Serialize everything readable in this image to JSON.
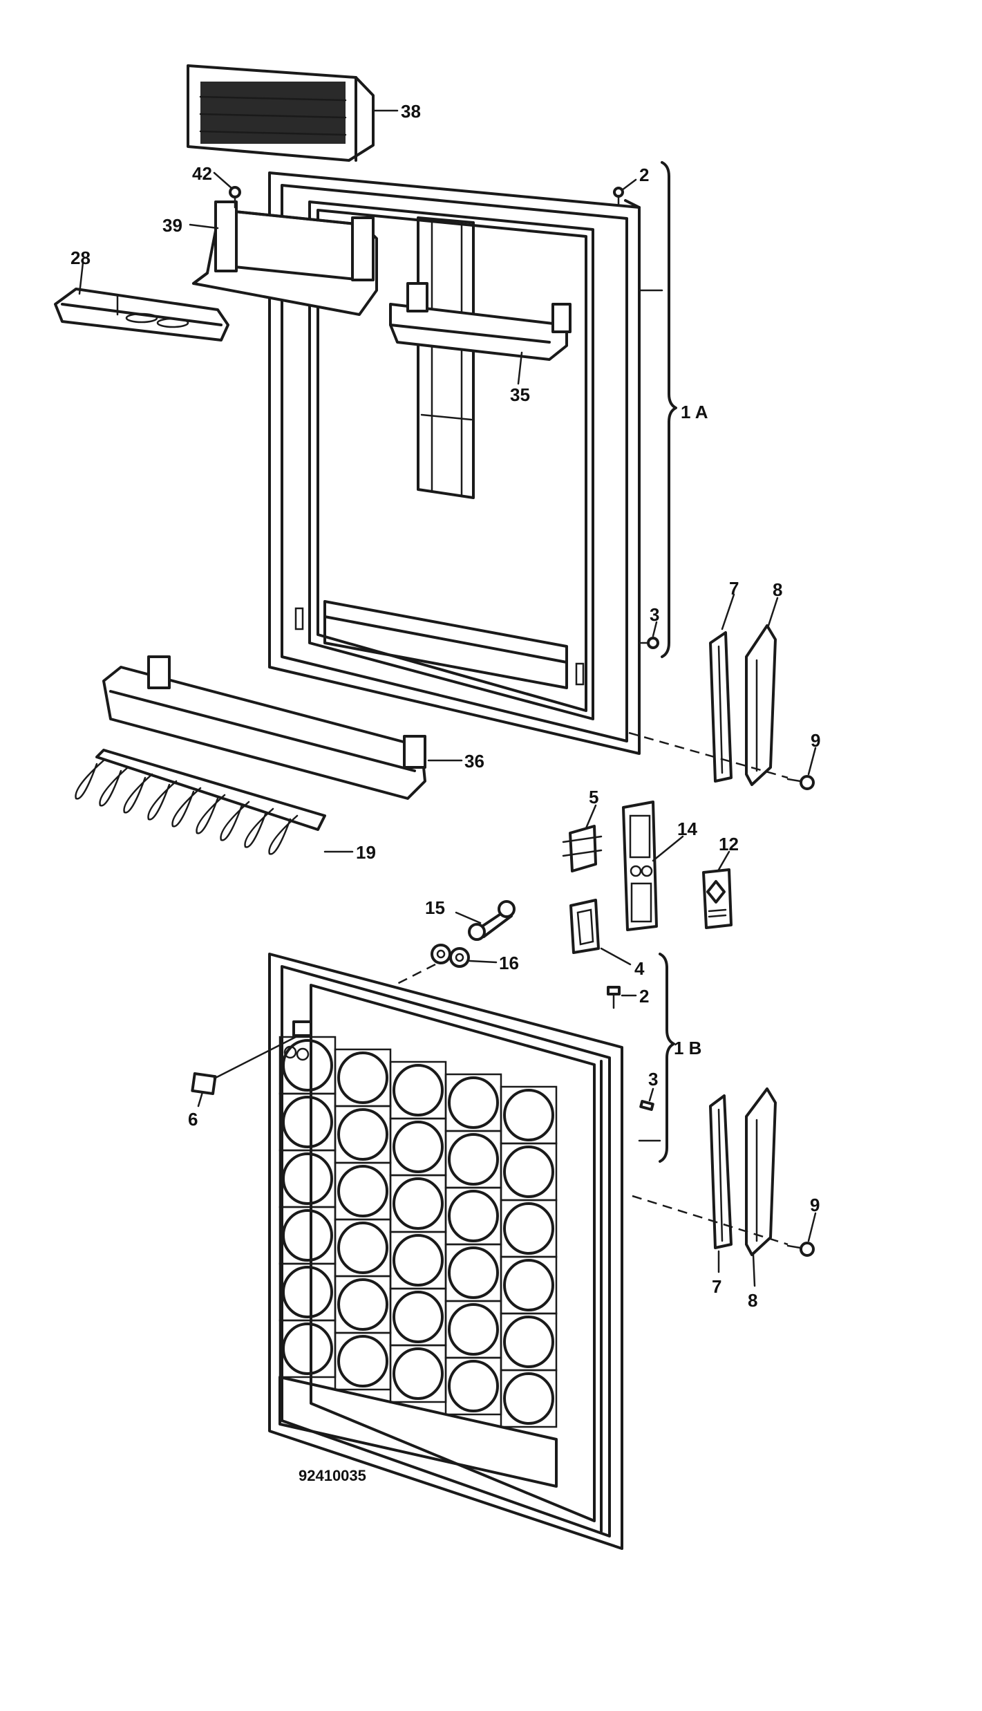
{
  "drawing_code": "92410035",
  "callouts": [
    {
      "id": "38",
      "text": "38"
    },
    {
      "id": "42",
      "text": "42"
    },
    {
      "id": "39",
      "text": "39"
    },
    {
      "id": "28",
      "text": "28"
    },
    {
      "id": "2a",
      "text": "2"
    },
    {
      "id": "35",
      "text": "35"
    },
    {
      "id": "1A",
      "text": "1 A"
    },
    {
      "id": "3a",
      "text": "3"
    },
    {
      "id": "7a",
      "text": "7"
    },
    {
      "id": "8a",
      "text": "8"
    },
    {
      "id": "9a",
      "text": "9"
    },
    {
      "id": "36",
      "text": "36"
    },
    {
      "id": "19",
      "text": "19"
    },
    {
      "id": "5",
      "text": "5"
    },
    {
      "id": "14",
      "text": "14"
    },
    {
      "id": "12",
      "text": "12"
    },
    {
      "id": "15",
      "text": "15"
    },
    {
      "id": "16",
      "text": "16"
    },
    {
      "id": "4",
      "text": "4"
    },
    {
      "id": "2b",
      "text": "2"
    },
    {
      "id": "1B",
      "text": "1 B"
    },
    {
      "id": "3b",
      "text": "3"
    },
    {
      "id": "6",
      "text": "6"
    },
    {
      "id": "9b",
      "text": "9"
    },
    {
      "id": "7b",
      "text": "7"
    },
    {
      "id": "8b",
      "text": "8"
    }
  ]
}
